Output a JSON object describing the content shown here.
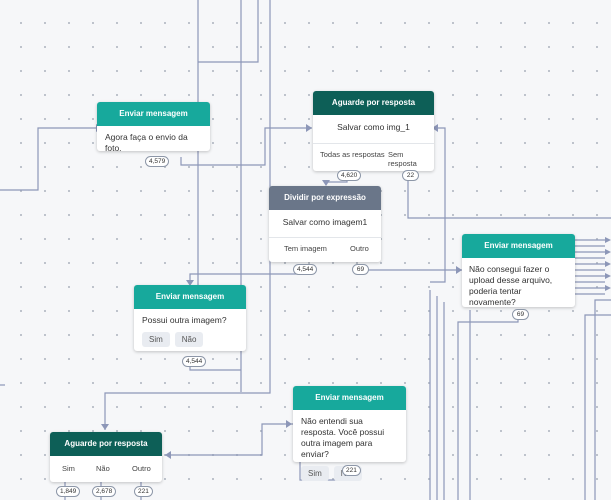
{
  "nodes": {
    "send1": {
      "header": "Enviar mensagem",
      "text": "Agora faça o envio da foto.",
      "badge": "4,579"
    },
    "await1": {
      "header": "Aguarde por resposta",
      "text": "Salvar como img_1",
      "out_all": "Todas as respostas",
      "out_none": "Sem resposta",
      "badge_all": "4,620",
      "badge_none": "22"
    },
    "split1": {
      "header": "Dividir por expressão",
      "text": "Salvar como imagem1",
      "out_yes": "Tem imagem",
      "out_other": "Outro",
      "badge_yes": "4,544",
      "badge_other": "69"
    },
    "send_retry": {
      "header": "Enviar mensagem",
      "text": "Não consegui fazer o upload desse arquivo, poderia tentar novamente?",
      "badge": "69"
    },
    "send_more": {
      "header": "Enviar mensagem",
      "text": "Possui outra imagem?",
      "btn1": "Sim",
      "btn2": "Não",
      "badge": "4,544"
    },
    "send_unknown": {
      "header": "Enviar mensagem",
      "text": "Não entendi sua resposta. Você possui outra imagem para enviar?",
      "btn1": "Sim",
      "btn2": "Não",
      "badge": "221"
    },
    "await2": {
      "header": "Aguarde por resposta",
      "out1": "Sim",
      "out2": "Não",
      "out3": "Outro",
      "badge1": "1,849",
      "badge2": "2,678",
      "badge3": "221"
    }
  },
  "colors": {
    "teal": "#17a99c",
    "dark_teal": "#0d5f57",
    "slate": "#6a7689",
    "wire": "#8d97b8"
  }
}
